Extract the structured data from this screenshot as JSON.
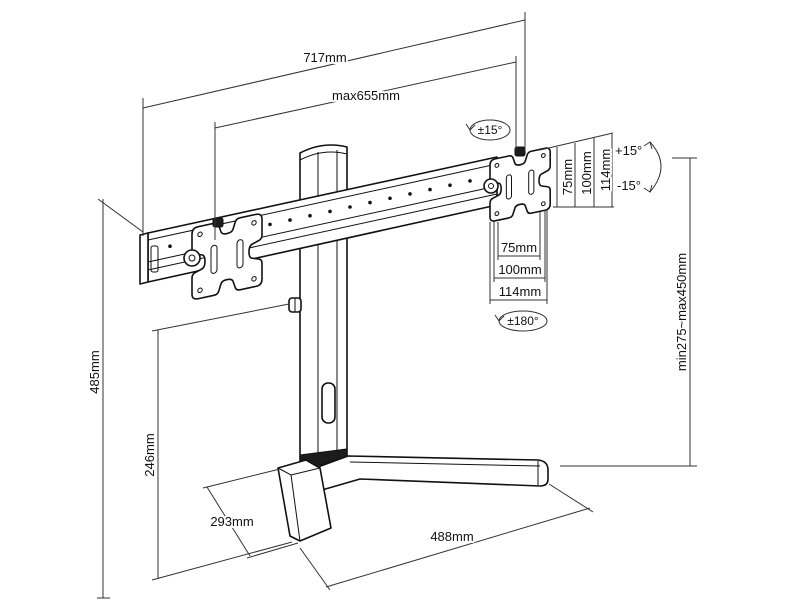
{
  "dimensions": {
    "total_width": "717mm",
    "max_arm_span": "max655mm",
    "swivel": "±15°",
    "tilt_up": "+15°",
    "tilt_down": "-15°",
    "vesa_vertical": [
      "75mm",
      "100mm",
      "114mm"
    ],
    "vesa_horizontal": [
      "75mm",
      "100mm",
      "114mm"
    ],
    "rotation": "±180°",
    "total_height": "485mm",
    "knob_height": "246mm",
    "height_range": "min275~max450mm",
    "base_depth": "293mm",
    "base_width": "488mm"
  }
}
